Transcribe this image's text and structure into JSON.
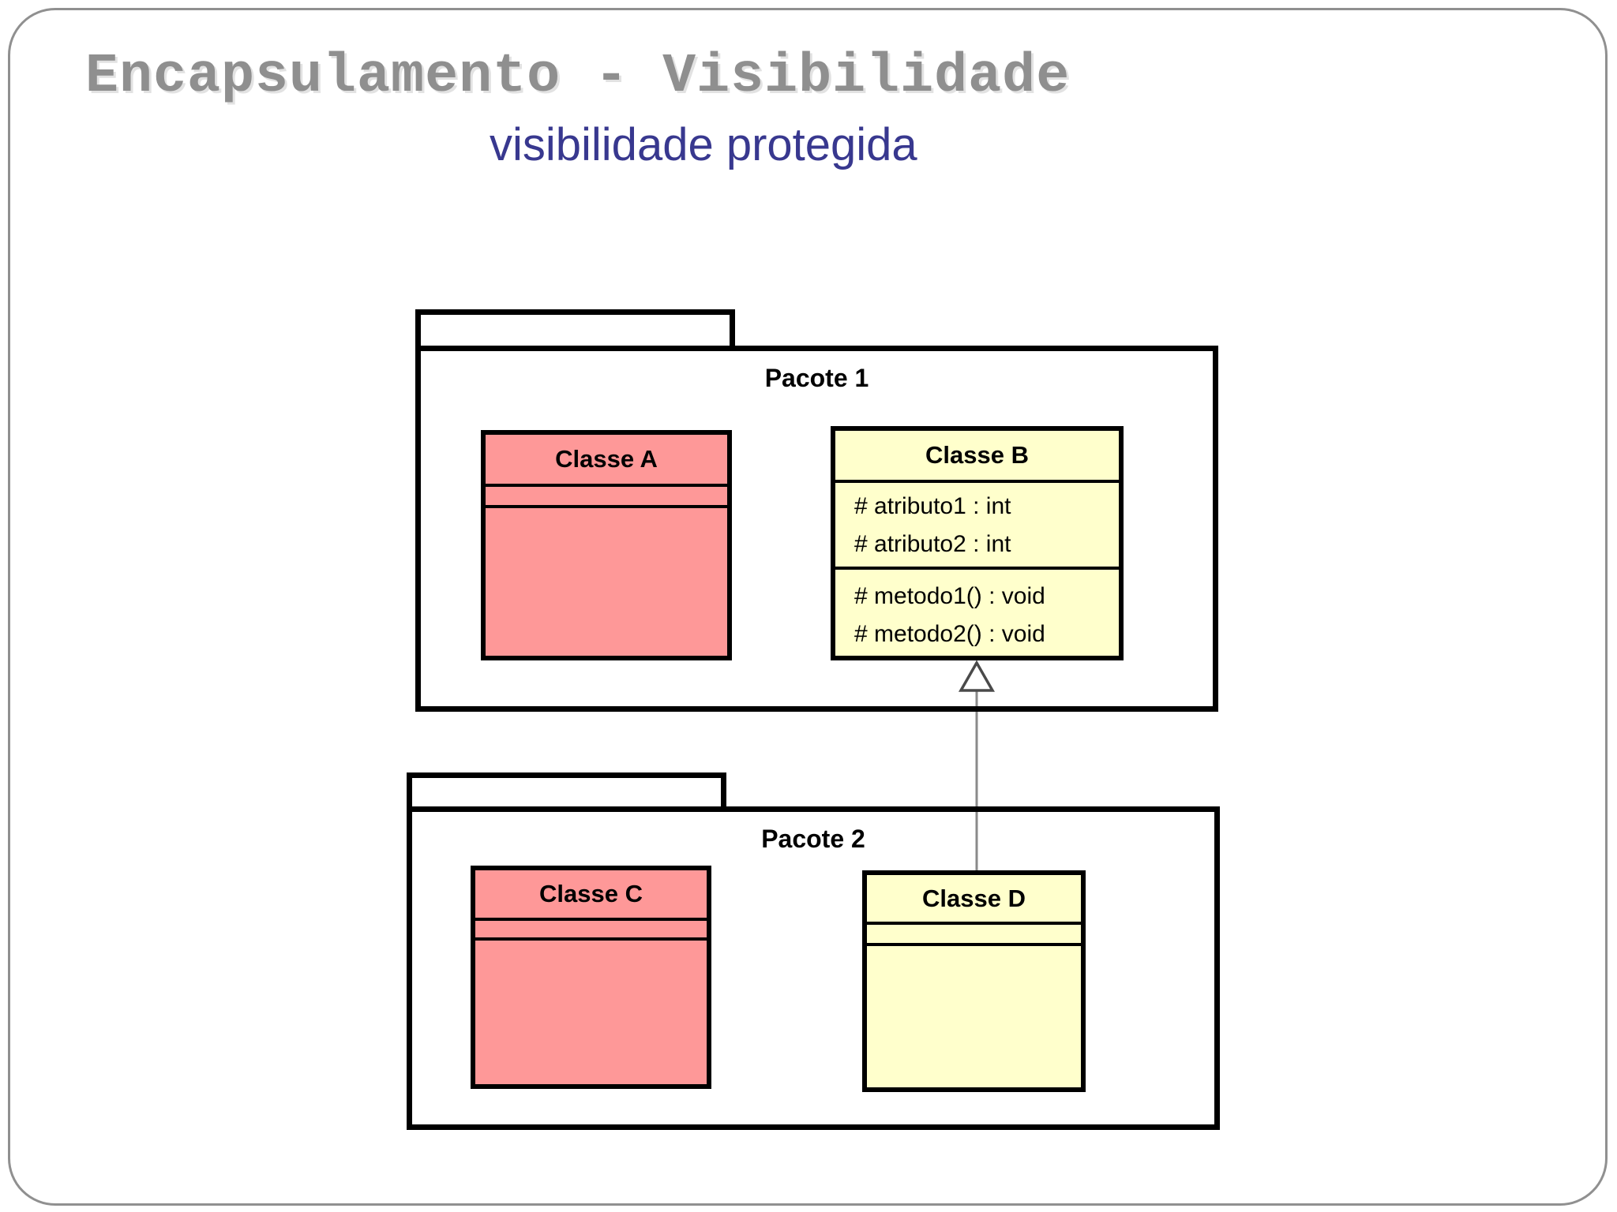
{
  "slide": {
    "title": "Encapsulamento - Visibilidade",
    "subtitle": "visibilidade protegida"
  },
  "colors": {
    "class_fill_pink": "#fe9898",
    "class_fill_yellow": "#ffffcc",
    "box_border": "#000000",
    "title_gray": "#8f8f8f",
    "subtitle_blue": "#38388f",
    "connector_gray": "#8a8a8a",
    "frame_gray": "#909090"
  },
  "diagram": {
    "package1": {
      "label": "Pacote 1"
    },
    "package2": {
      "label": "Pacote 2"
    },
    "classes": {
      "a": {
        "name": "Classe A"
      },
      "b": {
        "name": "Classe B",
        "attributes": [
          "# atributo1 : int",
          "# atributo2 : int"
        ],
        "methods": [
          "# metodo1() : void",
          "# metodo2() : void"
        ]
      },
      "c": {
        "name": "Classe C"
      },
      "d": {
        "name": "Classe D"
      }
    },
    "relationship": {
      "type": "generalization",
      "from": "Classe D",
      "to": "Classe B"
    }
  }
}
